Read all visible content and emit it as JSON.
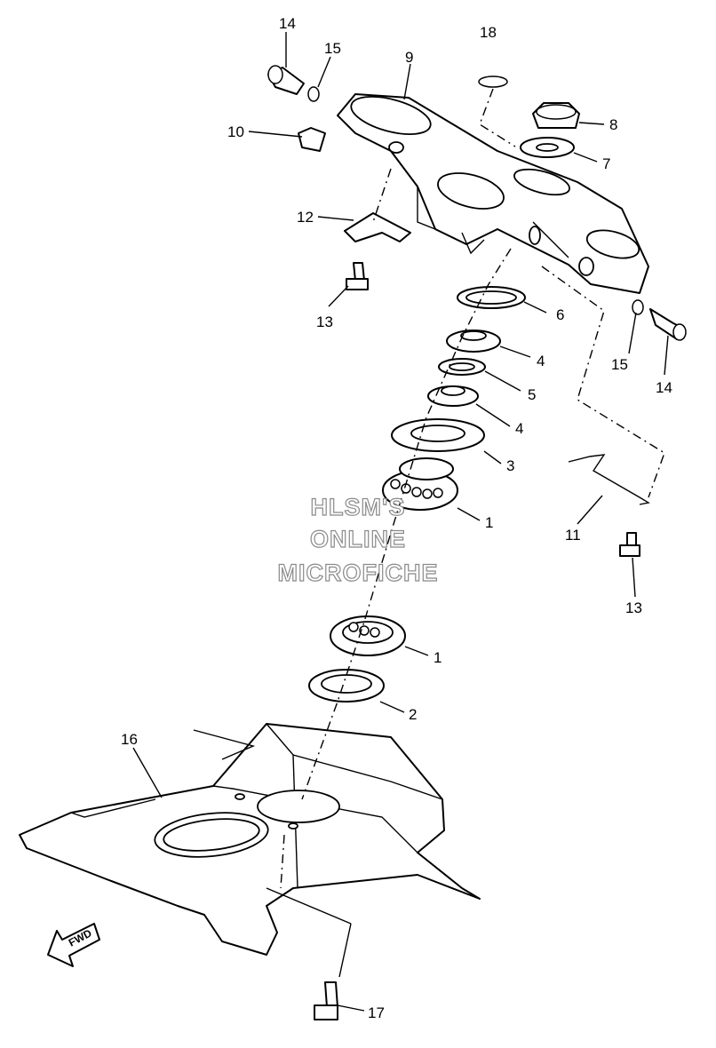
{
  "watermark": {
    "line1": "HLSM'S",
    "line2": "ONLINE",
    "line3": "MICROFICHE"
  },
  "direction_arrow": {
    "label": "FWD",
    "icon": "forward-arrow-icon"
  },
  "callouts": [
    {
      "id": "c14a",
      "number": "14"
    },
    {
      "id": "c15a",
      "number": "15"
    },
    {
      "id": "c9",
      "number": "9"
    },
    {
      "id": "c18",
      "number": "18"
    },
    {
      "id": "c10",
      "number": "10"
    },
    {
      "id": "c8",
      "number": "8"
    },
    {
      "id": "c7",
      "number": "7"
    },
    {
      "id": "c12",
      "number": "12"
    },
    {
      "id": "c13a",
      "number": "13"
    },
    {
      "id": "c6",
      "number": "6"
    },
    {
      "id": "c4a",
      "number": "4"
    },
    {
      "id": "c15b",
      "number": "15"
    },
    {
      "id": "c14b",
      "number": "14"
    },
    {
      "id": "c5",
      "number": "5"
    },
    {
      "id": "c4b",
      "number": "4"
    },
    {
      "id": "c3",
      "number": "3"
    },
    {
      "id": "c1a",
      "number": "1"
    },
    {
      "id": "c11",
      "number": "11"
    },
    {
      "id": "c13b",
      "number": "13"
    },
    {
      "id": "c1b",
      "number": "1"
    },
    {
      "id": "c2",
      "number": "2"
    },
    {
      "id": "c16",
      "number": "16"
    },
    {
      "id": "c17",
      "number": "17"
    }
  ]
}
